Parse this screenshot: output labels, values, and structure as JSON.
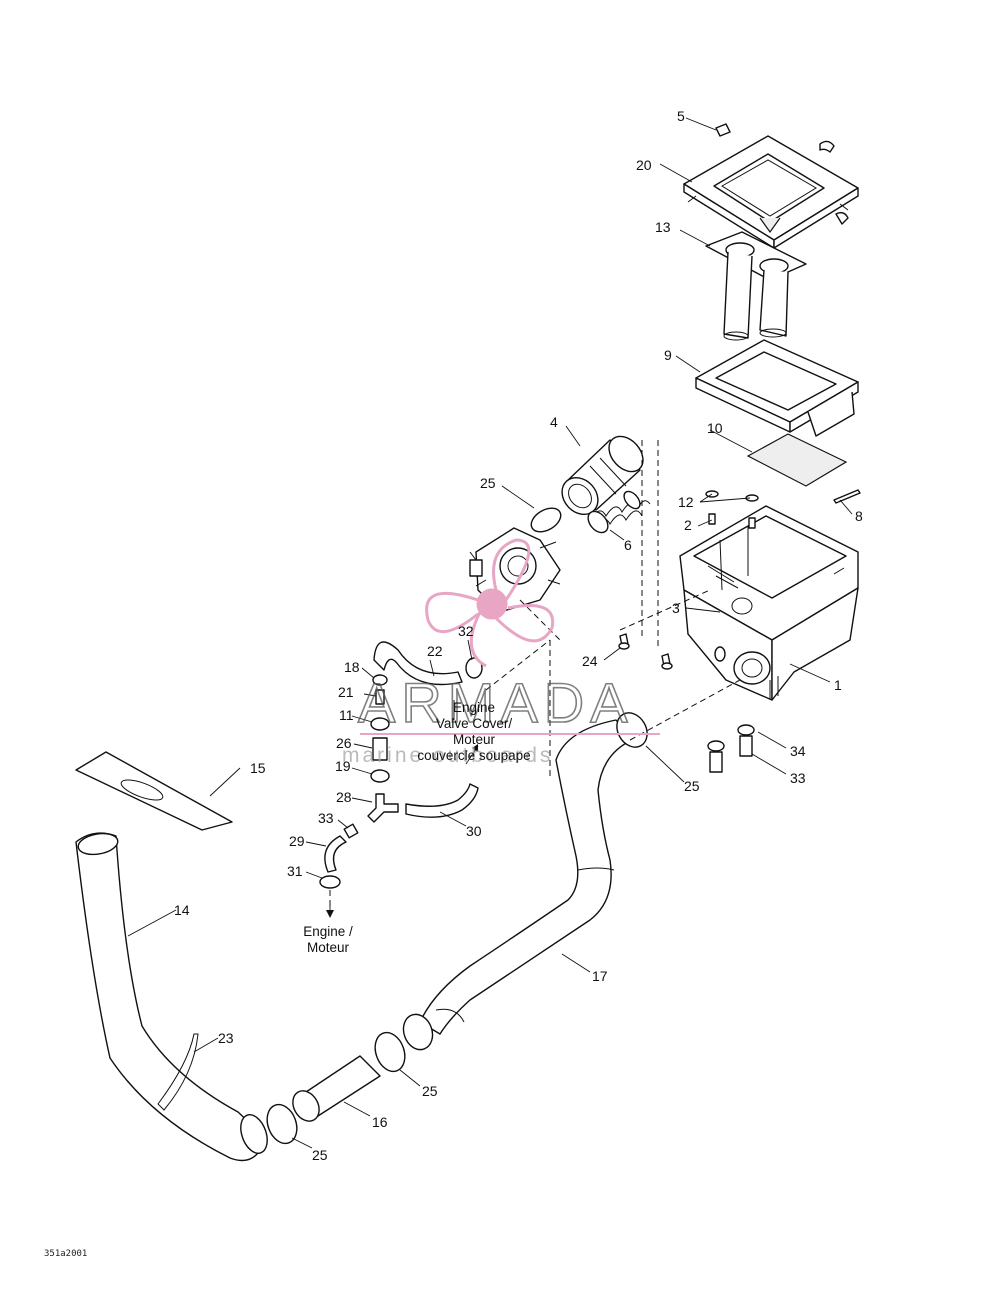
{
  "diagram": {
    "figure_code": "351a2001",
    "callouts": [
      "1",
      "2",
      "3",
      "4",
      "5",
      "6",
      "8",
      "9",
      "10",
      "11",
      "12",
      "13",
      "14",
      "15",
      "16",
      "17",
      "18",
      "19",
      "20",
      "21",
      "22",
      "23",
      "24",
      "25",
      "26",
      "28",
      "29",
      "30",
      "31",
      "32",
      "33",
      "34"
    ],
    "notes": {
      "valve_cover": [
        "Engine",
        "Valve Cover/",
        "Moteur",
        "couvercle soupape"
      ],
      "engine": [
        "Engine /",
        "Moteur"
      ]
    }
  },
  "watermark": {
    "brand": "ARMADA",
    "tagline": "marine outboards",
    "color": "#e8a6c4"
  }
}
